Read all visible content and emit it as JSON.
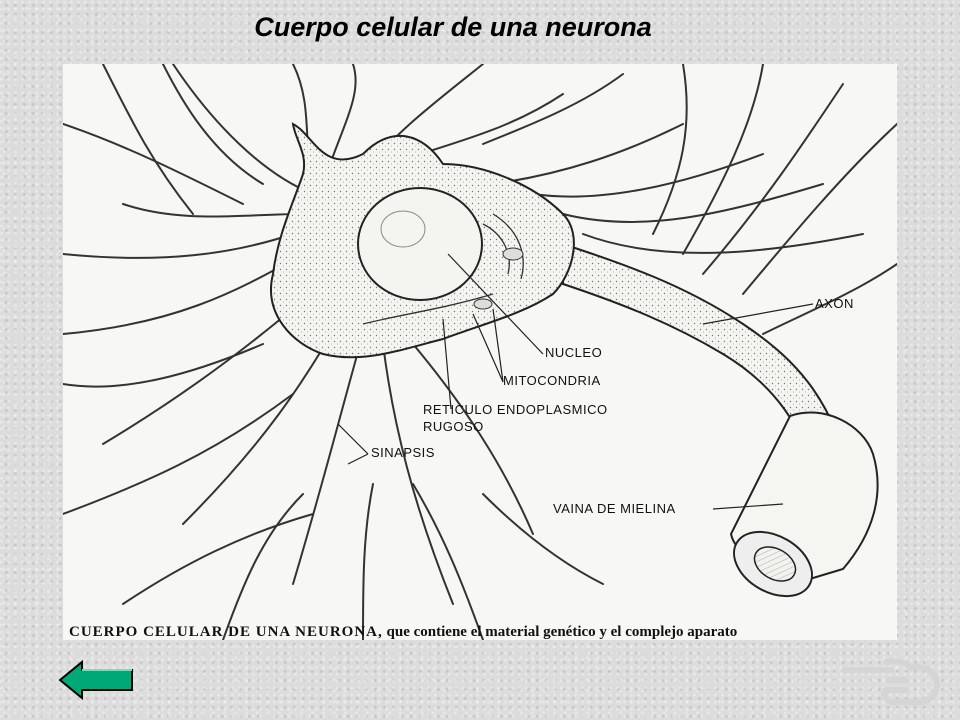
{
  "slide": {
    "title": "Cuerpo celular de una neurona"
  },
  "figure": {
    "labels": {
      "axon": "AXON",
      "nucleo": "NUCLEO",
      "mitocondria": "MITOCONDRIA",
      "reticulo_line1": "RETICULO  ENDOPLASMICO",
      "reticulo_line2": "RUGOSO",
      "sinapsis": "SINAPSIS",
      "vaina": "VAINA DE MIELINA"
    },
    "caption_caps": "CUERPO CELULAR DE UNA NEURONA,",
    "caption_rest": " que contiene el material genético y el complejo aparato"
  },
  "navigation": {
    "back_icon": "left-arrow-icon",
    "hand_icon": "pointing-hand-icon",
    "accent_color": "#00a878"
  }
}
